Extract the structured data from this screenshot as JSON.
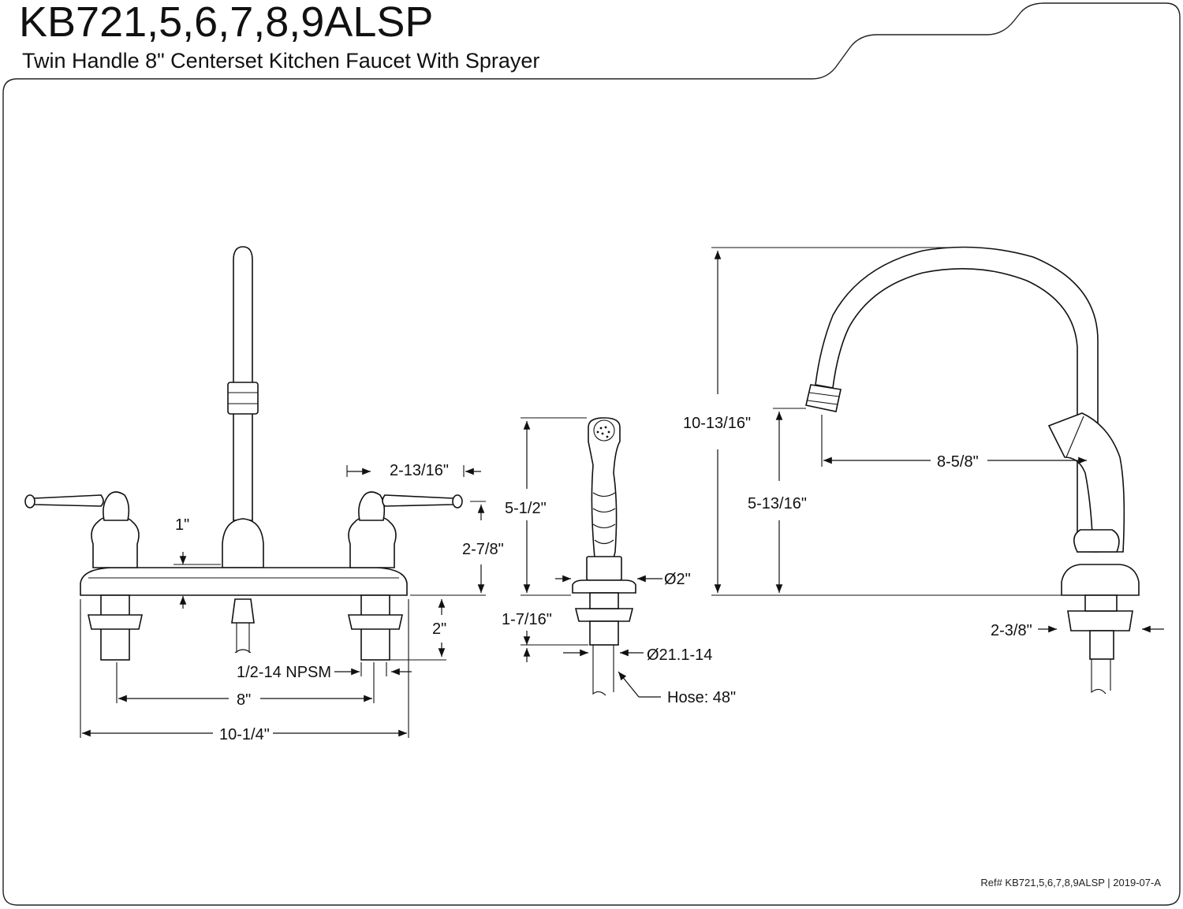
{
  "header": {
    "title": "KB721,5,6,7,8,9ALSP",
    "subtitle": "Twin Handle 8\" Centerset Kitchen Faucet With Sprayer"
  },
  "dimensions": {
    "front_spout_height": "1\"",
    "front_handle_offset": "2-13/16\"",
    "front_handle_height": "2-7/8\"",
    "front_shank_length": "2\"",
    "front_connection": "1/2-14 NPSM",
    "front_center": "8\"",
    "front_overall_width": "10-1/4\"",
    "sprayer_height": "5-1/2\"",
    "sprayer_base_diameter": "Ø2\"",
    "sprayer_shank_length": "1-7/16\"",
    "sprayer_thread": "Ø21.1-14",
    "sprayer_hose": "Hose: 48\"",
    "side_overall_height": "10-13/16\"",
    "side_spout_clearance": "5-13/16\"",
    "side_spout_reach": "8-5/8\"",
    "side_base_depth": "2-3/8\""
  },
  "footer": {
    "reference": "Ref# KB721,5,6,7,8,9ALSP | 2019-07-A"
  }
}
